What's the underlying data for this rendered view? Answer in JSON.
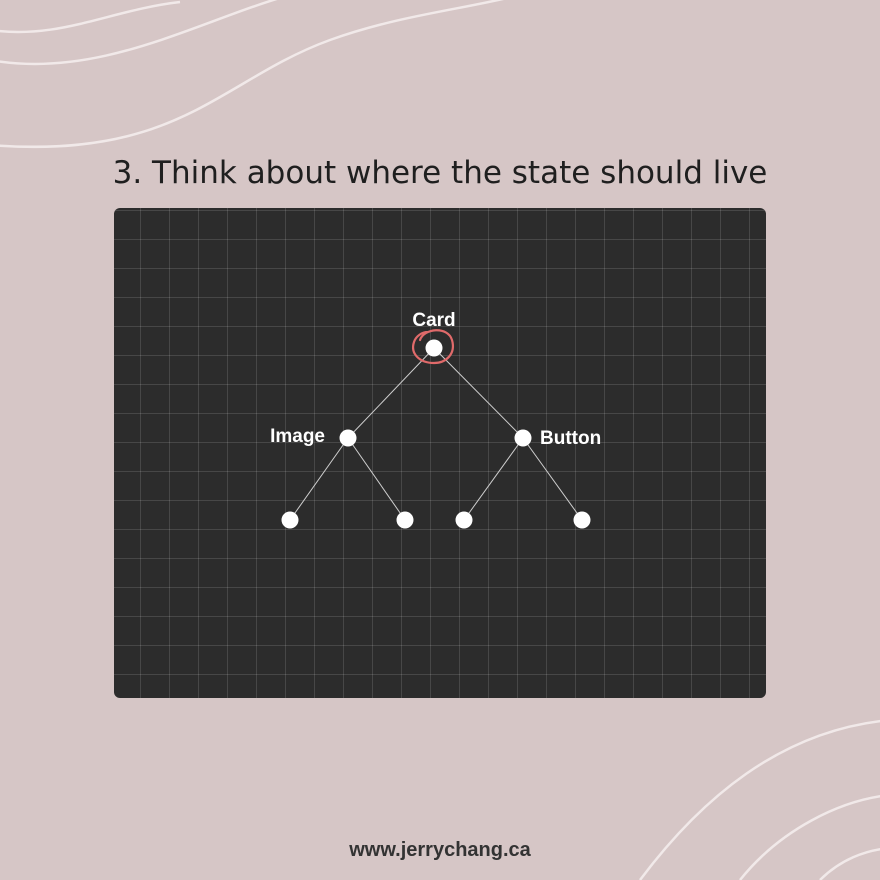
{
  "title": "3. Think about where the state should live",
  "footer": {
    "url": "www.jerrychang.ca"
  },
  "colors": {
    "background": "#d6c6c6",
    "board": "#2c2c2c",
    "node": "#ffffff",
    "highlight": "#e06a6a"
  },
  "tree": {
    "root": {
      "label": "Card",
      "highlighted": true
    },
    "left": {
      "label": "Image"
    },
    "right": {
      "label": "Button"
    }
  }
}
